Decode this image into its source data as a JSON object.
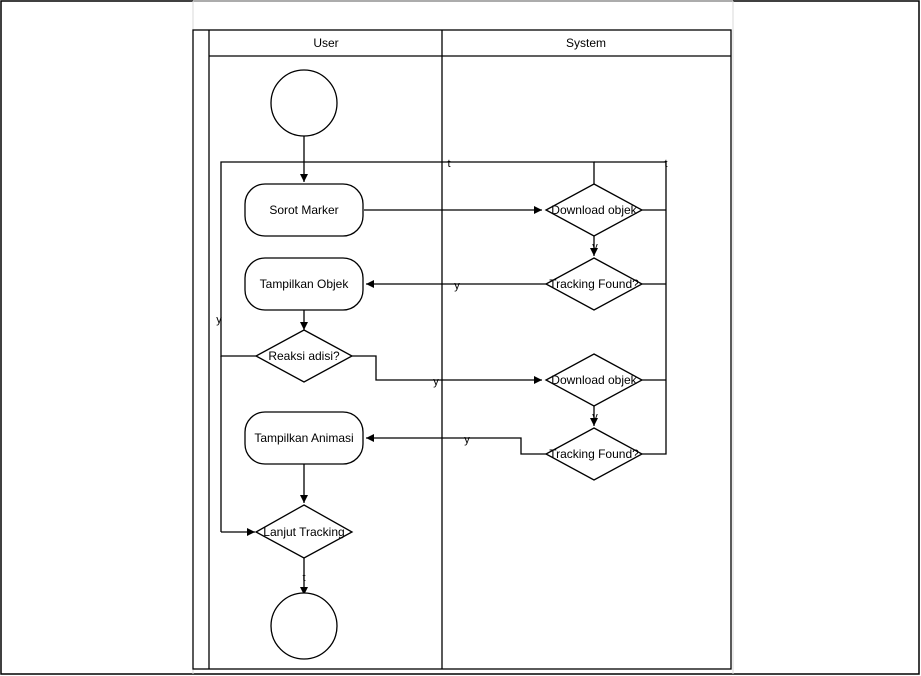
{
  "lanes": {
    "user": "User",
    "system": "System"
  },
  "nodes": {
    "sorot_marker": "Sorot Marker",
    "download_objek_1": "Download objek",
    "tracking_found_1": "Tracking Found?",
    "tampilkan_objek": "Tampilkan Objek",
    "reaksi_adisi": "Reaksi adisi?",
    "download_objek_2": "Download objek",
    "tracking_found_2": "Tracking Found?",
    "tampilkan_animasi": "Tampilkan Animasi",
    "lanjut_tracking": "Lanjut Tracking"
  },
  "edge_labels": {
    "loop_top_t1": "t",
    "loop_top_t2": "t",
    "left_loop_y": "y",
    "download1_y": "y",
    "tracking1_y": "y",
    "reaksi_y": "y",
    "download2_y": "y",
    "tracking2_y": "y",
    "lanjut_t": "t"
  }
}
